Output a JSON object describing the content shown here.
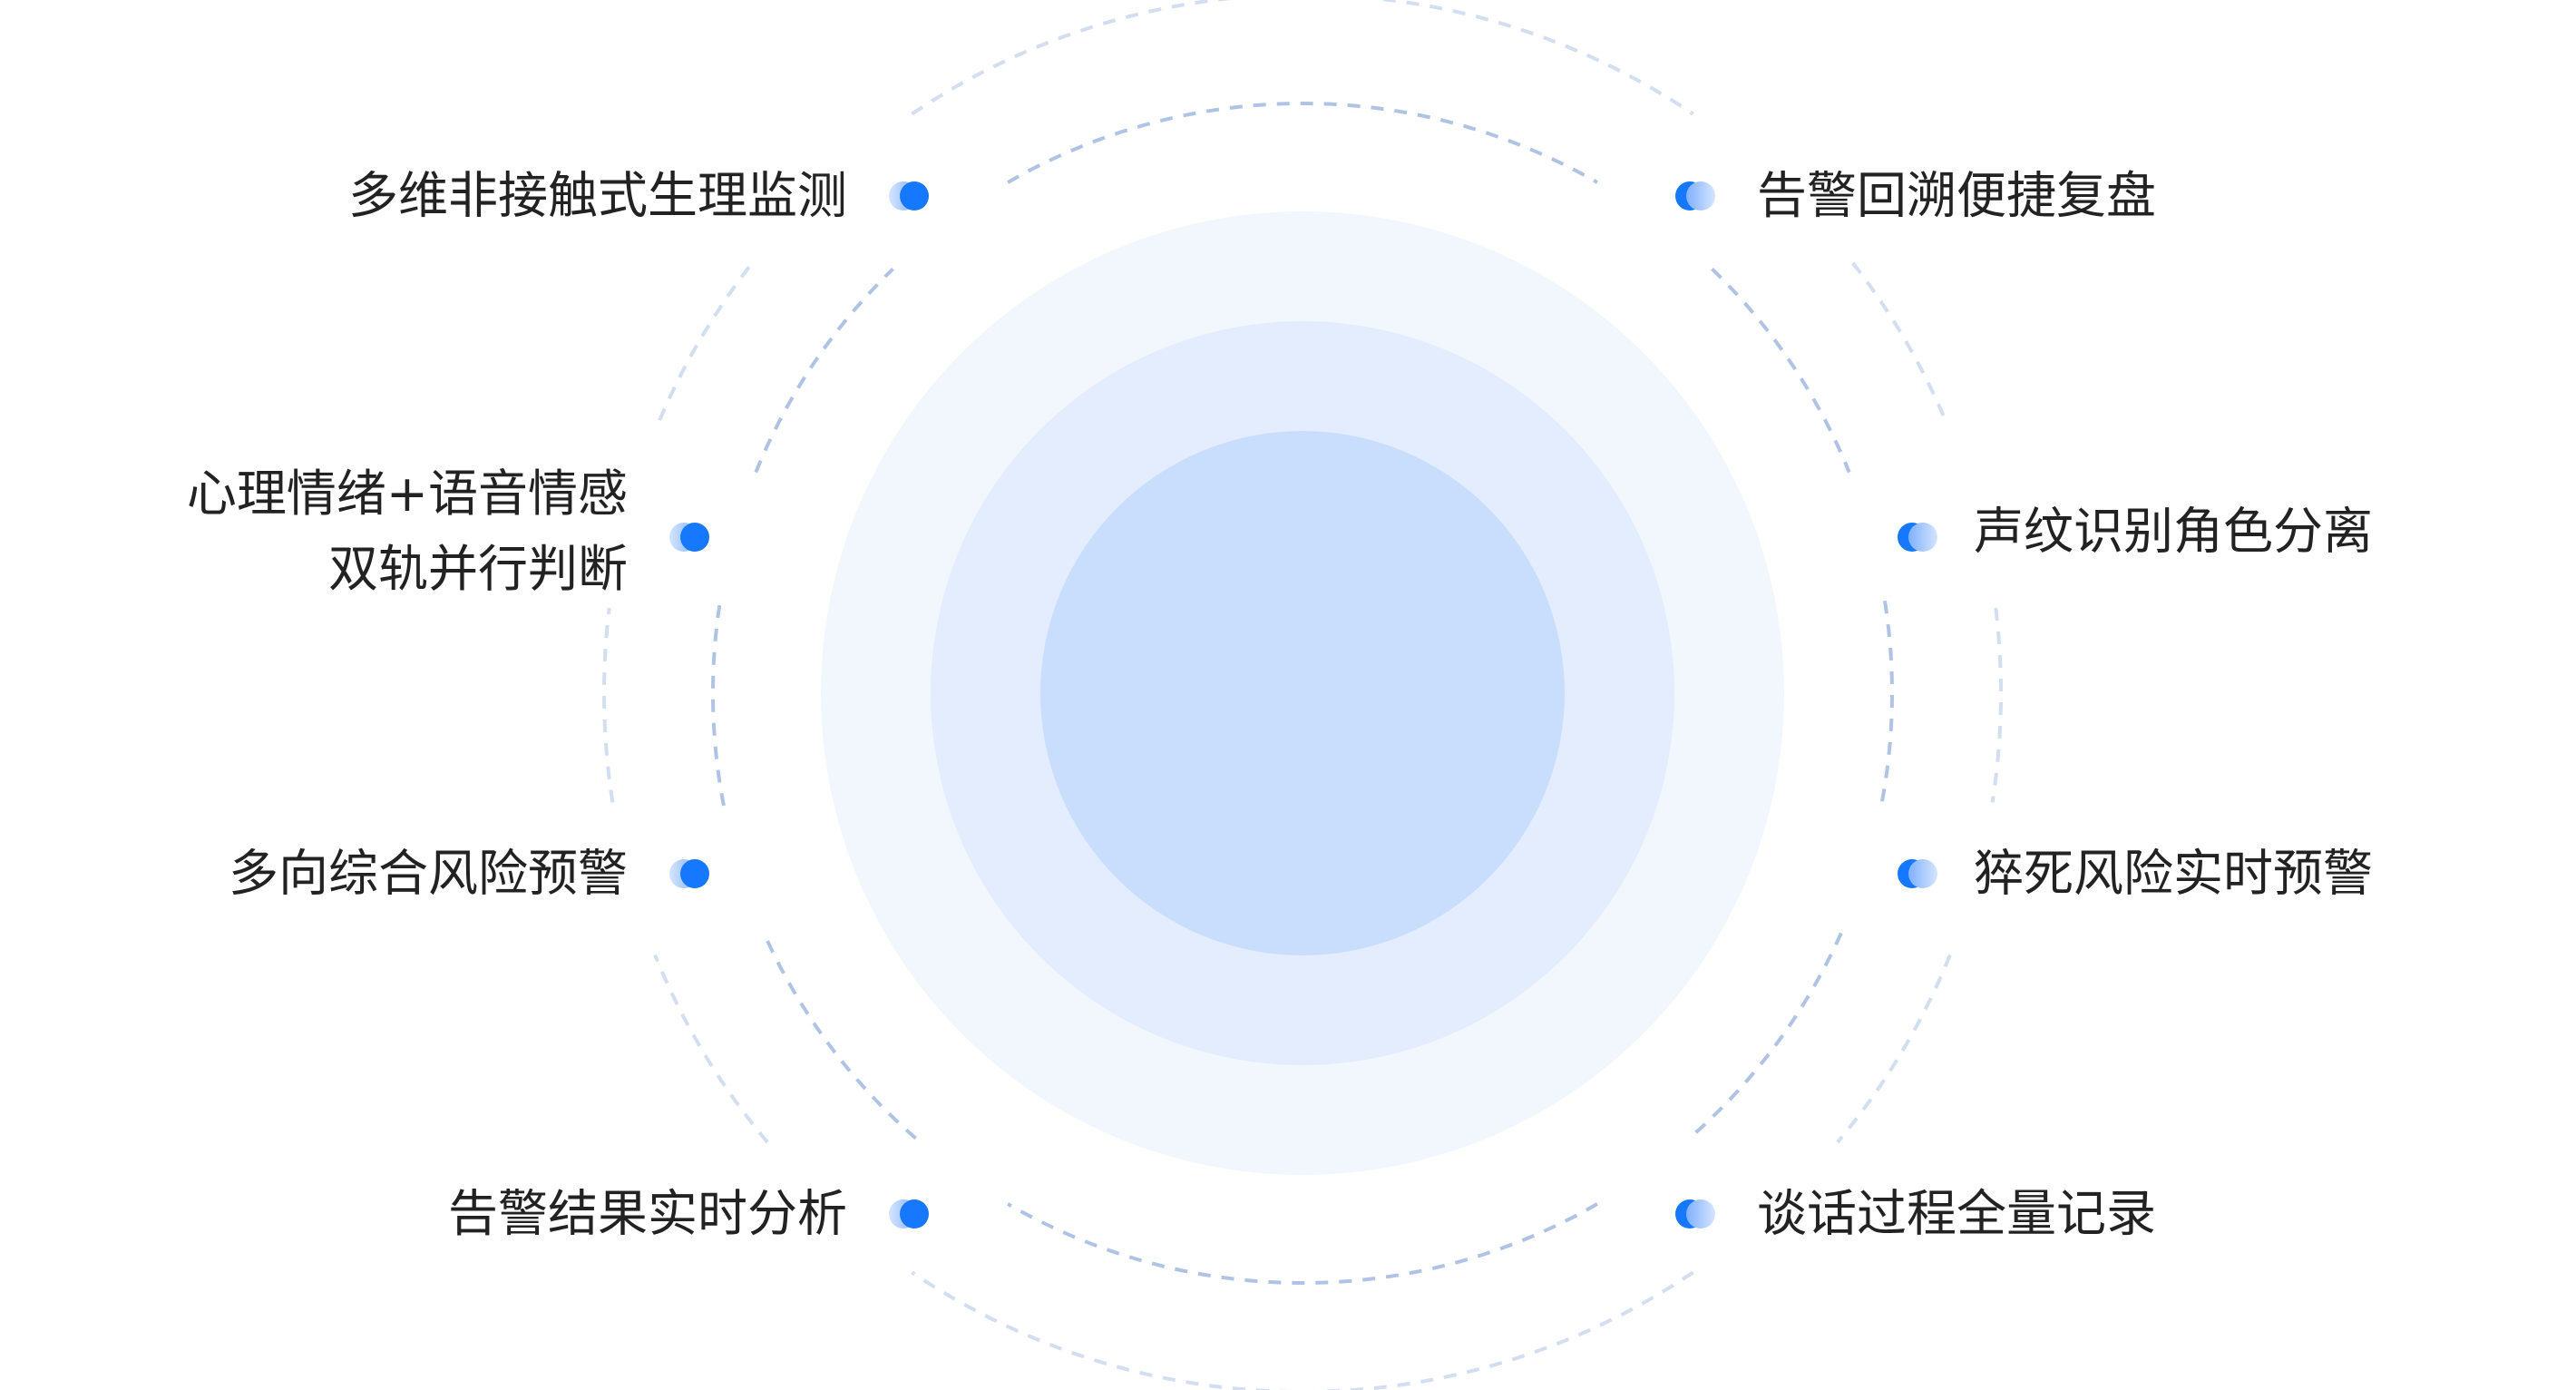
{
  "colors": {
    "accent": "#1677ff",
    "circle_outer": "#f2f7fe",
    "circle_middle": "#e3edfd",
    "circle_inner": "#c9ddfc",
    "dash_inner": "#afc4e4",
    "dash_outer": "#d3def0",
    "text": "#222222"
  },
  "features_left": [
    {
      "lines": [
        "多维非接触式生理监测"
      ]
    },
    {
      "lines": [
        "心理情绪+语音情感",
        "双轨并行判断"
      ]
    },
    {
      "lines": [
        "多向综合风险预警"
      ]
    },
    {
      "lines": [
        "告警结果实时分析"
      ]
    }
  ],
  "features_right": [
    {
      "lines": [
        "告警回溯便捷复盘"
      ]
    },
    {
      "lines": [
        "声纹识别角色分离"
      ]
    },
    {
      "lines": [
        "猝死风险实时预警"
      ]
    },
    {
      "lines": [
        "谈话过程全量记录"
      ]
    }
  ]
}
